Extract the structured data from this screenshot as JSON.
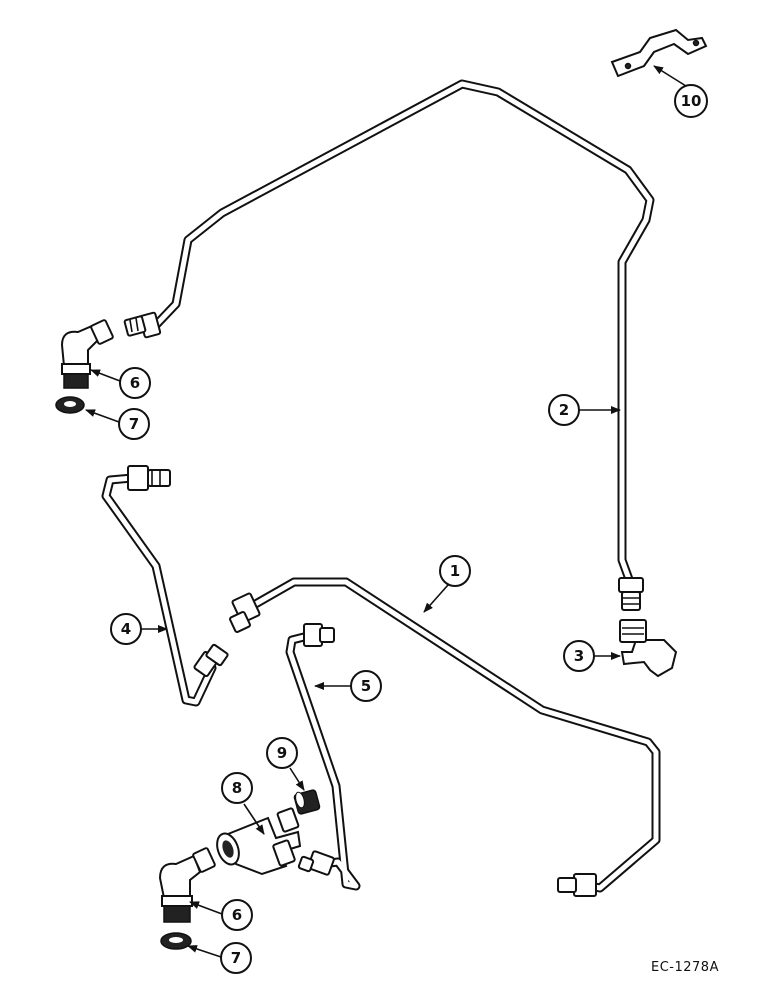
{
  "drawing": {
    "reference_code": "EC-1278A"
  },
  "callouts": [
    {
      "id": "1",
      "label": "1"
    },
    {
      "id": "2",
      "label": "2"
    },
    {
      "id": "3",
      "label": "3"
    },
    {
      "id": "4",
      "label": "4"
    },
    {
      "id": "5",
      "label": "5"
    },
    {
      "id": "6a",
      "label": "6"
    },
    {
      "id": "7a",
      "label": "7"
    },
    {
      "id": "6b",
      "label": "6"
    },
    {
      "id": "7b",
      "label": "7"
    },
    {
      "id": "8",
      "label": "8"
    },
    {
      "id": "9",
      "label": "9"
    },
    {
      "id": "10",
      "label": "10"
    }
  ]
}
